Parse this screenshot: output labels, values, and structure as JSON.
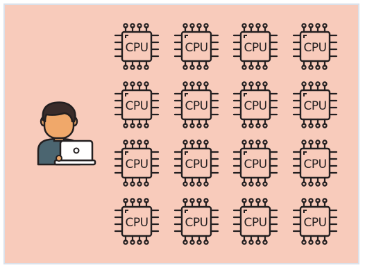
{
  "icons": {
    "user": "person-with-laptop-icon",
    "chip": "cpu-chip-icon"
  },
  "colors": {
    "background": "#f8cbbb",
    "outline": "#231f20",
    "skin": "#f0a86a",
    "hair": "#3a2c2a",
    "shirt": "#4b6570",
    "laptop": "#ffffff"
  },
  "chip_grid": {
    "rows": 4,
    "columns": 4
  },
  "chips": [
    {
      "label": "CPU"
    },
    {
      "label": "CPU"
    },
    {
      "label": "CPU"
    },
    {
      "label": "CPU"
    },
    {
      "label": "CPU"
    },
    {
      "label": "CPU"
    },
    {
      "label": "CPU"
    },
    {
      "label": "CPU"
    },
    {
      "label": "CPU"
    },
    {
      "label": "CPU"
    },
    {
      "label": "CPU"
    },
    {
      "label": "CPU"
    },
    {
      "label": "CPU"
    },
    {
      "label": "CPU"
    },
    {
      "label": "CPU"
    },
    {
      "label": "CPU"
    }
  ]
}
